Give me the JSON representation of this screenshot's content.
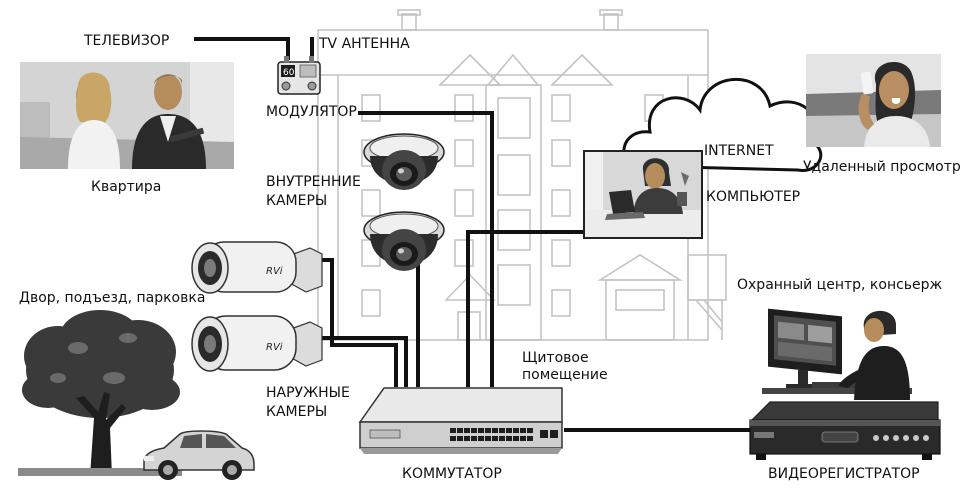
{
  "labels": {
    "tv": "ТЕЛЕВИЗОР",
    "tv_antenna": "TV АНТЕННА",
    "apartment": "Квартира",
    "modulator": "МОДУЛЯТОР",
    "internet": "INTERNET",
    "remote_view": "Удаленный просмотр",
    "indoor_cameras_line1": "ВНУТРЕННИЕ",
    "indoor_cameras_line2": "КАМЕРЫ",
    "computer": "КОМПЬЮТЕР",
    "yard": "Двор, подъезд, парковка",
    "security_center": "Охранный центр, консьерж",
    "switchboard_line1": "Щитовое",
    "switchboard_line2": "помещение",
    "outdoor_cameras_line1": "НАРУЖНЫЕ",
    "outdoor_cameras_line2": "КАМЕРЫ",
    "switch": "КОММУТАТОР",
    "dvr": "ВИДЕОРЕГИСТРАТОР"
  },
  "device_text": {
    "camera_brand": "RVi",
    "modulator_display": "60"
  },
  "colors": {
    "wire": "#111111",
    "building_line": "#c4c4c4",
    "text": "#111111",
    "photo_bg": "#d9d9d9",
    "device_dark": "#2a2a2a",
    "device_light": "#e6e6e6"
  },
  "icons": {
    "tv_photo": "couple-watching-tv-photo",
    "remote_photo": "woman-with-phone-photo",
    "computer_photo": "woman-at-laptop-photo",
    "indoor_camera": "dome-camera-icon",
    "outdoor_camera": "bullet-camera-icon",
    "modulator": "modulator-device-icon",
    "switch": "network-switch-icon",
    "dvr": "video-recorder-icon",
    "security_photo": "woman-at-monitor-photo",
    "tree": "tree-icon",
    "car": "car-icon",
    "cloud": "internet-cloud-icon",
    "building": "apartment-building-icon"
  }
}
